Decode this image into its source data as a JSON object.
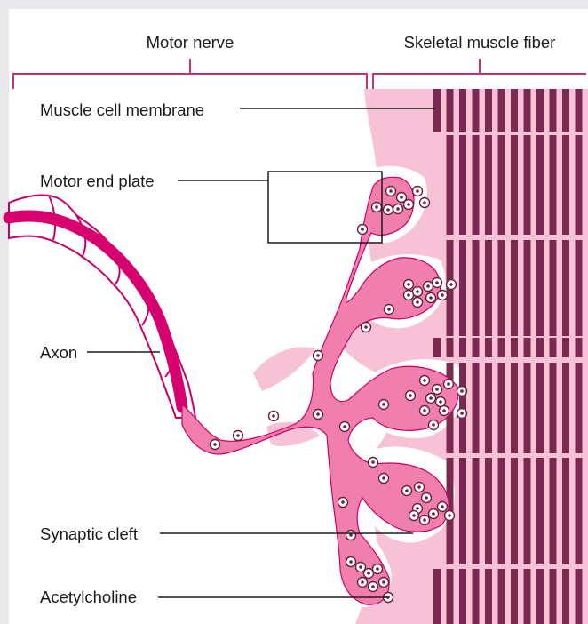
{
  "diagram": {
    "header_labels": {
      "motor_nerve": "Motor nerve",
      "skeletal_muscle_fiber": "Skeletal muscle fiber"
    },
    "callouts": {
      "muscle_cell_membrane": "Muscle cell membrane",
      "motor_end_plate": "Motor end plate",
      "axon": "Axon",
      "synaptic_cleft": "Synaptic cleft",
      "acetylcholine": "Acetylcholine"
    },
    "colors": {
      "frame_background": "#e9e9eb",
      "panel_background": "#ffffff",
      "bracket": "#c0357a",
      "axon_core": "#d6006e",
      "nerve_outline": "#cc0066",
      "nerve_fill": "#f07fae",
      "membrane": "#f7c2d5",
      "striation": "#7a2a4e",
      "vesicle": "#6b1f3f",
      "leader_line": "#1b1b1b"
    }
  }
}
